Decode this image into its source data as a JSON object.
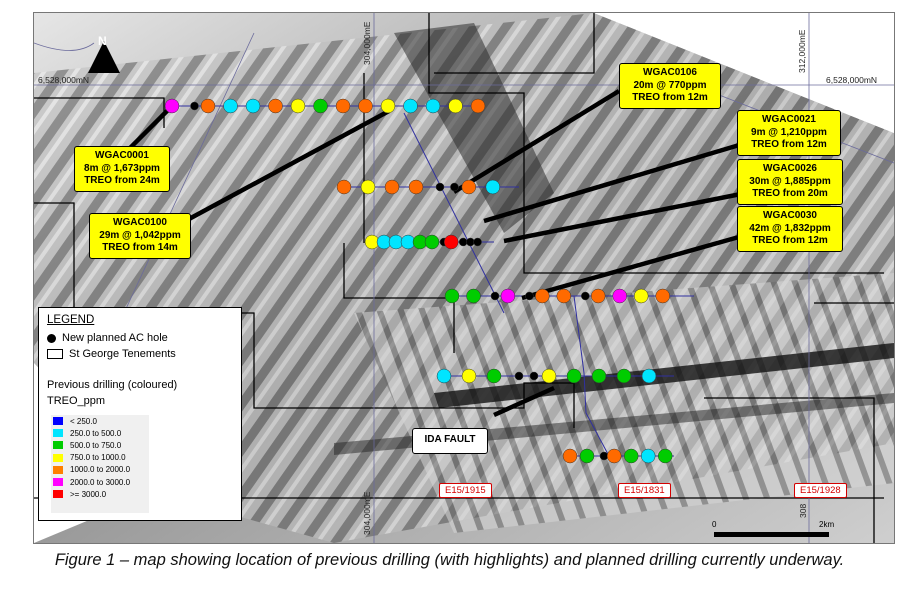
{
  "map": {
    "north_label": "N",
    "grid_labels": {
      "northing_left": "6,528,000mN",
      "northing_right": "6,528,000mN",
      "easting_top_mid": "304,000mE",
      "easting_top_right": "312,000mE",
      "easting_bottom": "304,000mE",
      "easting_bottom_right": "308"
    },
    "callouts": [
      {
        "hole": "WGAC0001",
        "line1": "8m @ 1,673ppm",
        "line2": "TREO from 24m"
      },
      {
        "hole": "WGAC0100",
        "line1": "29m @ 1,042ppm",
        "line2": "TREO from 14m"
      },
      {
        "hole": "WGAC0106",
        "line1": "20m @ 770ppm",
        "line2": "TREO from 12m"
      },
      {
        "hole": "WGAC0021",
        "line1": "9m @ 1,210ppm",
        "line2": "TREO from 12m"
      },
      {
        "hole": "WGAC0026",
        "line1": "30m @ 1,885ppm",
        "line2": "TREO from 20m"
      },
      {
        "hole": "WGAC0030",
        "line1": "42m @ 1,832ppm",
        "line2": "TREO from 12m"
      }
    ],
    "fault_label": "IDA FAULT",
    "tenement_labels": [
      "E15/1915",
      "E15/1831",
      "E15/1928"
    ],
    "scale": {
      "start": "0",
      "end": "2km"
    },
    "drill_lines": [
      {
        "holes": [
          "magenta",
          "black",
          "orange",
          "cyan",
          "cyan",
          "orange",
          "yellow",
          "green",
          "orange",
          "orange",
          "yellow",
          "cyan",
          "cyan",
          "yellow",
          "orange"
        ]
      },
      {
        "holes": [
          "orange",
          "yellow",
          "orange",
          "orange",
          "black",
          "black",
          "orange",
          "cyan"
        ]
      },
      {
        "holes": [
          "yellow",
          "cyan",
          "cyan",
          "cyan",
          "green",
          "green",
          "black",
          "red",
          "black",
          "black",
          "black"
        ]
      },
      {
        "holes": [
          "green",
          "green",
          "black",
          "magenta",
          "black",
          "orange",
          "orange",
          "black",
          "orange",
          "magenta",
          "yellow",
          "orange"
        ]
      },
      {
        "holes": [
          "cyan",
          "yellow",
          "green",
          "black",
          "black",
          "yellow",
          "green",
          "green",
          "green",
          "cyan"
        ]
      },
      {
        "holes": [
          "orange",
          "green",
          "black",
          "orange",
          "green",
          "cyan",
          "green"
        ]
      }
    ]
  },
  "legend": {
    "title": "LEGEND",
    "planned_label": "New planned AC hole",
    "tenement_label": "St George Tenements",
    "previous_label": "Previous drilling (coloured)",
    "field_label": "TREO_ppm",
    "ramp": [
      {
        "label": "< 250.0",
        "color": "#0000ff"
      },
      {
        "label": "250.0 to 500.0",
        "color": "#00e5ff"
      },
      {
        "label": "500.0 to 750.0",
        "color": "#00cc00"
      },
      {
        "label": "750.0 to 1000.0",
        "color": "#ffff00"
      },
      {
        "label": "1000.0 to 2000.0",
        "color": "#ff7f00"
      },
      {
        "label": "2000.0 to 3000.0",
        "color": "#ff00ff"
      },
      {
        "label": ">= 3000.0",
        "color": "#ff0000"
      }
    ]
  },
  "hole_colors": {
    "cyan": "#00e5ff",
    "green": "#00cc00",
    "yellow": "#ffff00",
    "orange": "#ff6a00",
    "magenta": "#ff00ff",
    "red": "#ff0000",
    "black": "#000000"
  },
  "caption": "Figure 1 – map showing location of previous drilling (with highlights) and planned drilling currently underway."
}
